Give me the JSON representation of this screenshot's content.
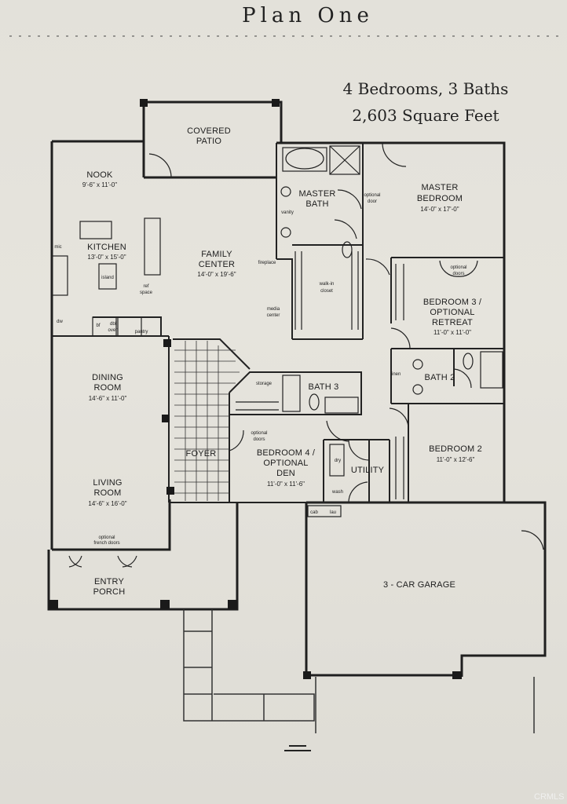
{
  "title": "Plan One",
  "summary": {
    "line1": "4 Bedrooms, 3 Baths",
    "line2": "2,603 Square Feet"
  },
  "rooms": {
    "covered_patio": [
      "COVERED",
      "PATIO"
    ],
    "nook": {
      "name": "NOOK",
      "dim": "9'-6\" x 11'-0\""
    },
    "kitchen": {
      "name": "KITCHEN",
      "dim": "13'-0\" x 15'-0\""
    },
    "family_center": {
      "name": [
        "FAMILY",
        "CENTER"
      ],
      "dim": "14'-0\" x 19'-6\""
    },
    "master_bath": [
      "MASTER",
      "BATH"
    ],
    "master_bedroom": {
      "name": [
        "MASTER",
        "BEDROOM"
      ],
      "dim": "14'-0\" x 17'-0\""
    },
    "walk_in_closet": [
      "walk-in",
      "closet"
    ],
    "bedroom3": {
      "name": [
        "BEDROOM 3 /",
        "OPTIONAL",
        "RETREAT"
      ],
      "dim": "11'-0\" x 11'-0\""
    },
    "dining": {
      "name": [
        "DINING",
        "ROOM"
      ],
      "dim": "14'-6\" x 11'-0\""
    },
    "storage": "storage",
    "bath3": "BATH 3",
    "bath2": "BATH 2",
    "linen": "linen",
    "foyer": "FOYER",
    "bedroom4": {
      "name": [
        "BEDROOM 4 /",
        "OPTIONAL",
        "DEN"
      ],
      "dim": "11'-0\" x 11'-6\""
    },
    "utility": "UTILITY",
    "bedroom2": {
      "name": "BEDROOM 2",
      "dim": "11'-0\" x 12'-6\""
    },
    "living": {
      "name": [
        "LIVING",
        "ROOM"
      ],
      "dim": "14'-6\" x 16'-0\""
    },
    "entry_porch": [
      "ENTRY",
      "PORCH"
    ],
    "garage": "3 - CAR GARAGE"
  },
  "notes": {
    "optional_door": [
      "optional",
      "door"
    ],
    "optional_doors_bd3": [
      "optional",
      "doors"
    ],
    "optional_doors_bd4": [
      "optional",
      "doors"
    ],
    "optional_french_doors": [
      "optional",
      "french doors"
    ],
    "vanity": "vanity",
    "fireplace": "fireplace",
    "media_center": [
      "media",
      "center"
    ],
    "island": "island",
    "refrigerator_space": [
      "ref",
      "space"
    ],
    "pantry": "pantry",
    "double_oven": [
      "dbl",
      "oven"
    ],
    "brf": "bf",
    "microwave": "mic",
    "dishwasher": "dw",
    "dryer": "dry",
    "washer": "wash",
    "cabinet": "cab",
    "laundry_sink": "lau"
  },
  "watermark": "CRMLS",
  "colors": {
    "ink": "#1d1d1d",
    "paper": "#e4e2db"
  }
}
